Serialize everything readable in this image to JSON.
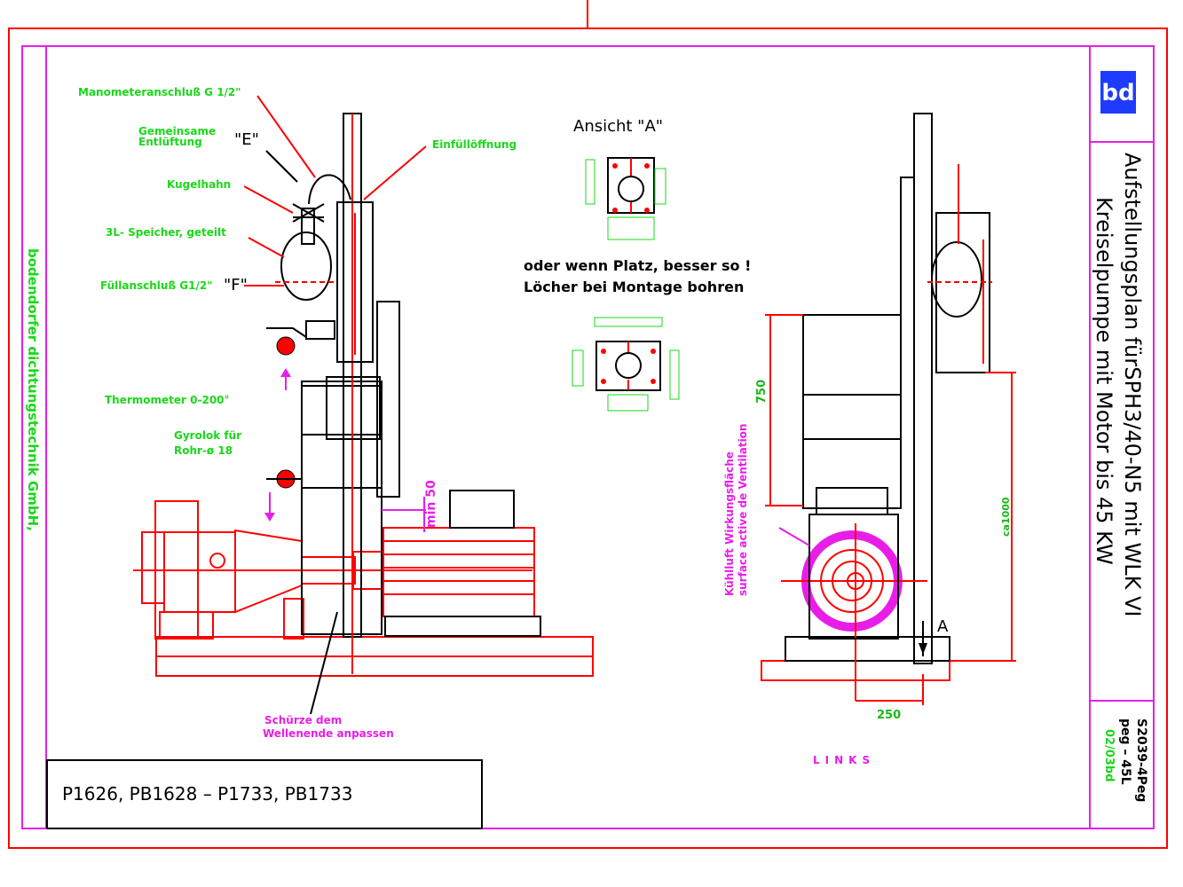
{
  "callouts": {
    "manometer": "Manometeranschluß G 1/2\"",
    "entlueftung_1": "Gemeinsame",
    "entlueftung_2": "Entlüftung",
    "entlueftung_code": "\"E\"",
    "kugelhahn": "Kugelhahn",
    "speicher": "3L- Speicher, geteilt",
    "fuellanschluss": "Füllanschluß G1/2\"",
    "fuellanschluss_code": "\"F\"",
    "einfuelloeffnung": "Einfüllöffnung",
    "thermometer": "Thermometer 0-200°",
    "gyrolok_1": "Gyrolok für",
    "gyrolok_2": "Rohr-ø 18",
    "min50": "min 50",
    "schuerze_1": "Schürze dem",
    "schuerze_2": "Wellenende anpassen"
  },
  "ansicht": {
    "title": "Ansicht \"A\"",
    "note_1": "oder wenn Platz, besser so !",
    "note_2": "Löcher bei Montage bohren"
  },
  "side_view": {
    "dim_750": "750",
    "dim_ca1000": "ca1000",
    "dim_250": "250",
    "marker_a": "A",
    "kuehlluft_1": "Kühlluft Wirkungsfläche",
    "kuehlluft_2": "surface active de Ventilation",
    "links": "LINKS"
  },
  "company_vertical": "bodendorfer dichtungstechnik GmbH,",
  "part_numbers": "P1626, PB1628 –    P1733, PB1733",
  "title_block": {
    "logo": "bd",
    "line_1": "Aufstellungsplan fürSPH3/40-N5 mit WLK VI",
    "line_2": "Kreiselpumpe mit Motor bis 45 KW",
    "drawing_no": "S2039-4Peg",
    "variant": "peg – 45L",
    "date": "02/03bd"
  },
  "colors": {
    "frame": "#e81ee8",
    "outer_frame": "#ff0000",
    "drawing": "#ff0000",
    "labels": "#19d819",
    "magenta_labels": "#e81ee8",
    "logo_bg": "#1e3cff"
  }
}
